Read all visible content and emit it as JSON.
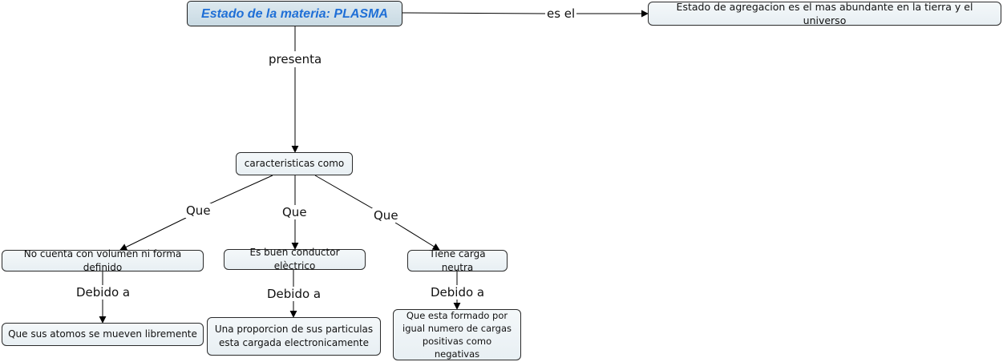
{
  "nodes": {
    "root": "Estado de la materia: PLASMA",
    "definition": "Estado de agregacion es el mas abundante en la tierra y el universo",
    "caracteristicas": "caracteristicas como",
    "volumen": "No cuenta con volumen ni forma definido",
    "conductor": "Es buen conductor elèctrico",
    "carga": "Tiene carga neutra",
    "atomos": "Que sus atomos se mueven libremente",
    "proporcion": "Una proporcion de sus particulas esta cargada electronicamente",
    "formado": "Que esta formado por igual numero de cargas positivas como negativas"
  },
  "links": {
    "es_el": "es el",
    "presenta": "presenta",
    "que_left": "Que",
    "que_mid": "Que",
    "que_right": "Que",
    "debido_left": "Debido a",
    "debido_mid": "Debido a",
    "debido_right": "Debido a"
  },
  "colors": {
    "root_text": "#1f6fd6",
    "node_fill": "#eef4f7",
    "line": "#000000"
  }
}
